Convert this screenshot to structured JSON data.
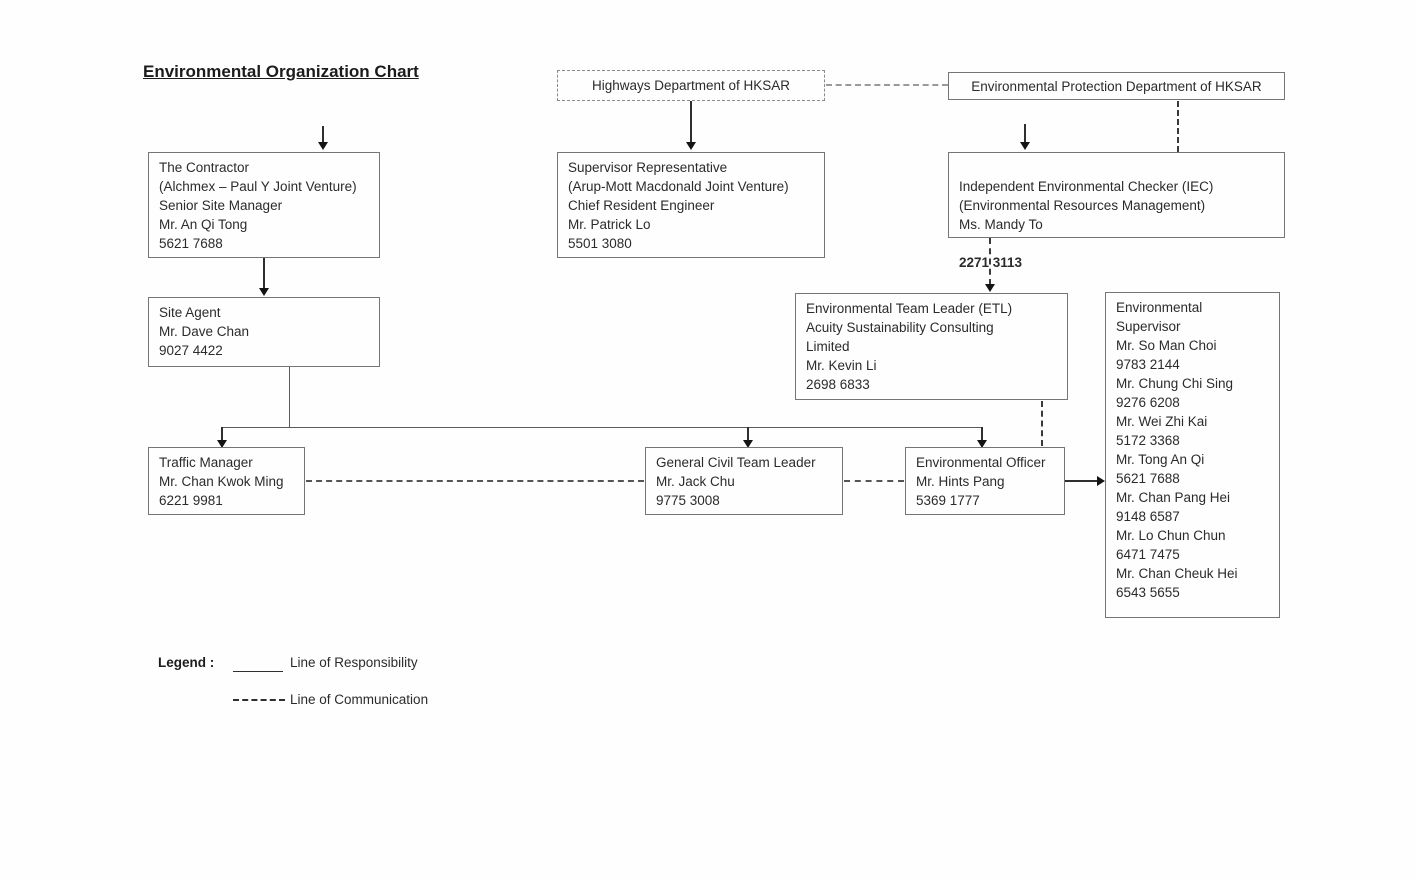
{
  "title": "Environmental Organization Chart",
  "boxes": {
    "highways_dept": {
      "label": "Highways Department of HKSAR"
    },
    "epd": {
      "label": "Environmental Protection Department of HKSAR"
    },
    "contractor": {
      "lines": [
        "The Contractor",
        "(Alchmex – Paul Y Joint Venture)",
        "Senior Site Manager",
        "Mr. An Qi Tong",
        "5621 7688"
      ]
    },
    "supervisor_rep": {
      "lines": [
        "Supervisor Representative",
        "(Arup-Mott Macdonald Joint Venture)",
        "Chief Resident Engineer",
        "Mr. Patrick Lo",
        "5501 3080"
      ]
    },
    "iec": {
      "lines": [
        "Independent Environmental Checker (IEC)",
        "(Environmental Resources Management)",
        "Ms. Mandy To"
      ],
      "phone_bold": "2271 3113"
    },
    "site_agent": {
      "lines": [
        "Site Agent",
        "Mr. Dave Chan",
        "9027 4422"
      ]
    },
    "etl": {
      "lines": [
        "Environmental Team Leader (ETL)",
        "Acuity Sustainability Consulting",
        "Limited",
        "Mr. Kevin Li",
        "2698 6833"
      ]
    },
    "env_supervisor": {
      "lines": [
        "Environmental",
        "Supervisor",
        "Mr. So Man Choi",
        "9783 2144",
        "Mr. Chung Chi Sing",
        "9276 6208",
        "Mr. Wei Zhi Kai",
        "5172 3368",
        "Mr. Tong An Qi",
        "5621 7688",
        "Mr. Chan Pang Hei",
        "9148 6587",
        "Mr. Lo Chun Chun",
        "6471 7475",
        "Mr. Chan Cheuk Hei",
        "6543 5655"
      ]
    },
    "traffic_manager": {
      "lines": [
        "Traffic Manager",
        "Mr. Chan Kwok Ming",
        "6221 9981"
      ]
    },
    "general_civil_team_leader": {
      "lines": [
        "General Civil Team Leader",
        "Mr. Jack Chu",
        "9775 3008"
      ]
    },
    "environmental_officer": {
      "lines": [
        "Environmental Officer",
        "Mr. Hints Pang",
        "5369 1777"
      ]
    }
  },
  "legend": {
    "label": "Legend :",
    "solid_label": "Line of Responsibility",
    "dashed_label": "Line of Communication"
  }
}
